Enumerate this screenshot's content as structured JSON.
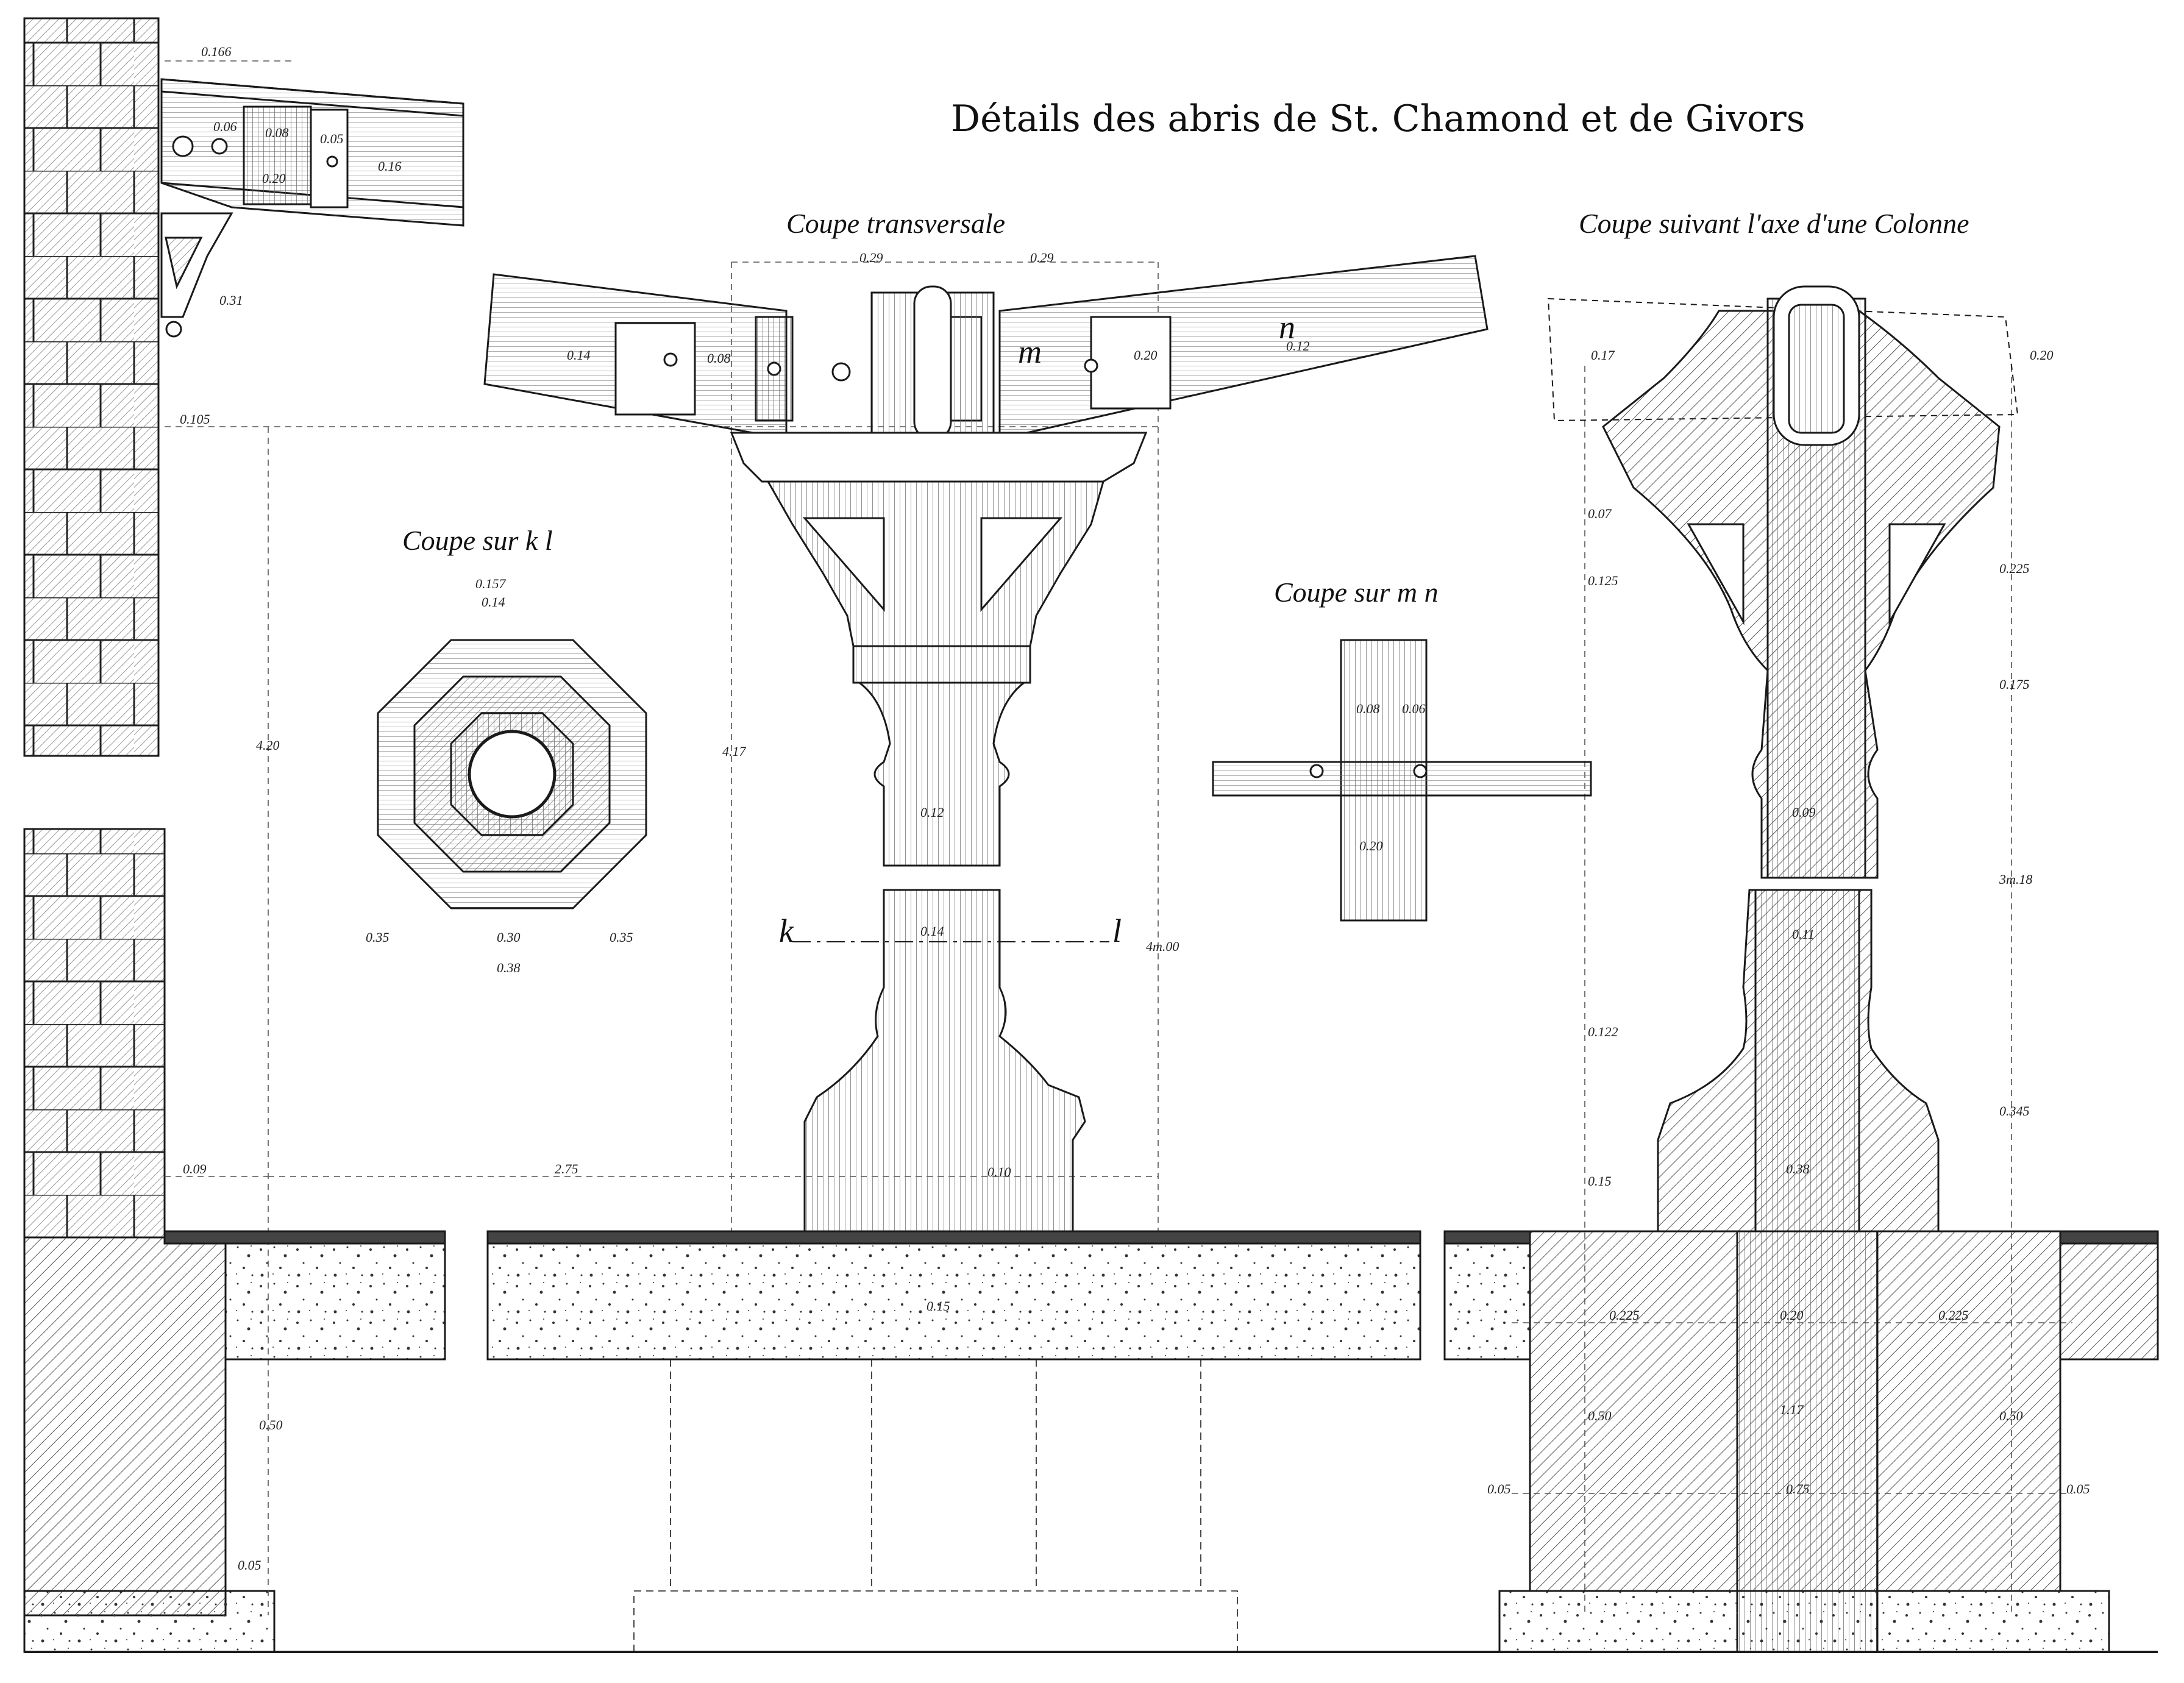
{
  "title": "Détails des abris de St. Chamond et de Givors",
  "captions": {
    "transverse": "Coupe transversale",
    "column_axis": "Coupe suivant l'axe d'une Colonne",
    "kl": "Coupe sur k l",
    "mn": "Coupe sur m n"
  },
  "labels": {
    "k": "k",
    "l": "l",
    "m": "m",
    "n": "n"
  },
  "dimensions": {
    "wall_beam": [
      "0.166",
      "0.06",
      "0.08",
      "0.05",
      "0.20",
      "0.16",
      "0.31",
      "0.105",
      "4.20",
      "0.09",
      "2.75",
      "0.50",
      "0.05"
    ],
    "octagon": [
      "0.157",
      "0.14",
      "0.35",
      "0.30",
      "0.35",
      "0.38"
    ],
    "transverse": [
      "0.29",
      "0.29",
      "0.14",
      "0.08",
      "0.12",
      "0.20",
      "4.17",
      "0.12",
      "0.14",
      "0.10",
      "0.15",
      "4m.00"
    ],
    "mn": [
      "0.08",
      "0.06",
      "0.20"
    ],
    "column_axis": [
      "0.17",
      "0.20",
      "0.07",
      "0.225",
      "0.125",
      "0.175",
      "0.09",
      "0.11",
      "3m.18",
      "0.122",
      "0.345",
      "0.38",
      "0.15",
      "0.225",
      "0.20",
      "0.225",
      "0.50",
      "1.17",
      "0.50",
      "0.05",
      "0.75",
      "0.05"
    ]
  },
  "colors": {
    "ink": "#1a1a1a",
    "paper": "#ffffff",
    "hatch": "#444444"
  }
}
